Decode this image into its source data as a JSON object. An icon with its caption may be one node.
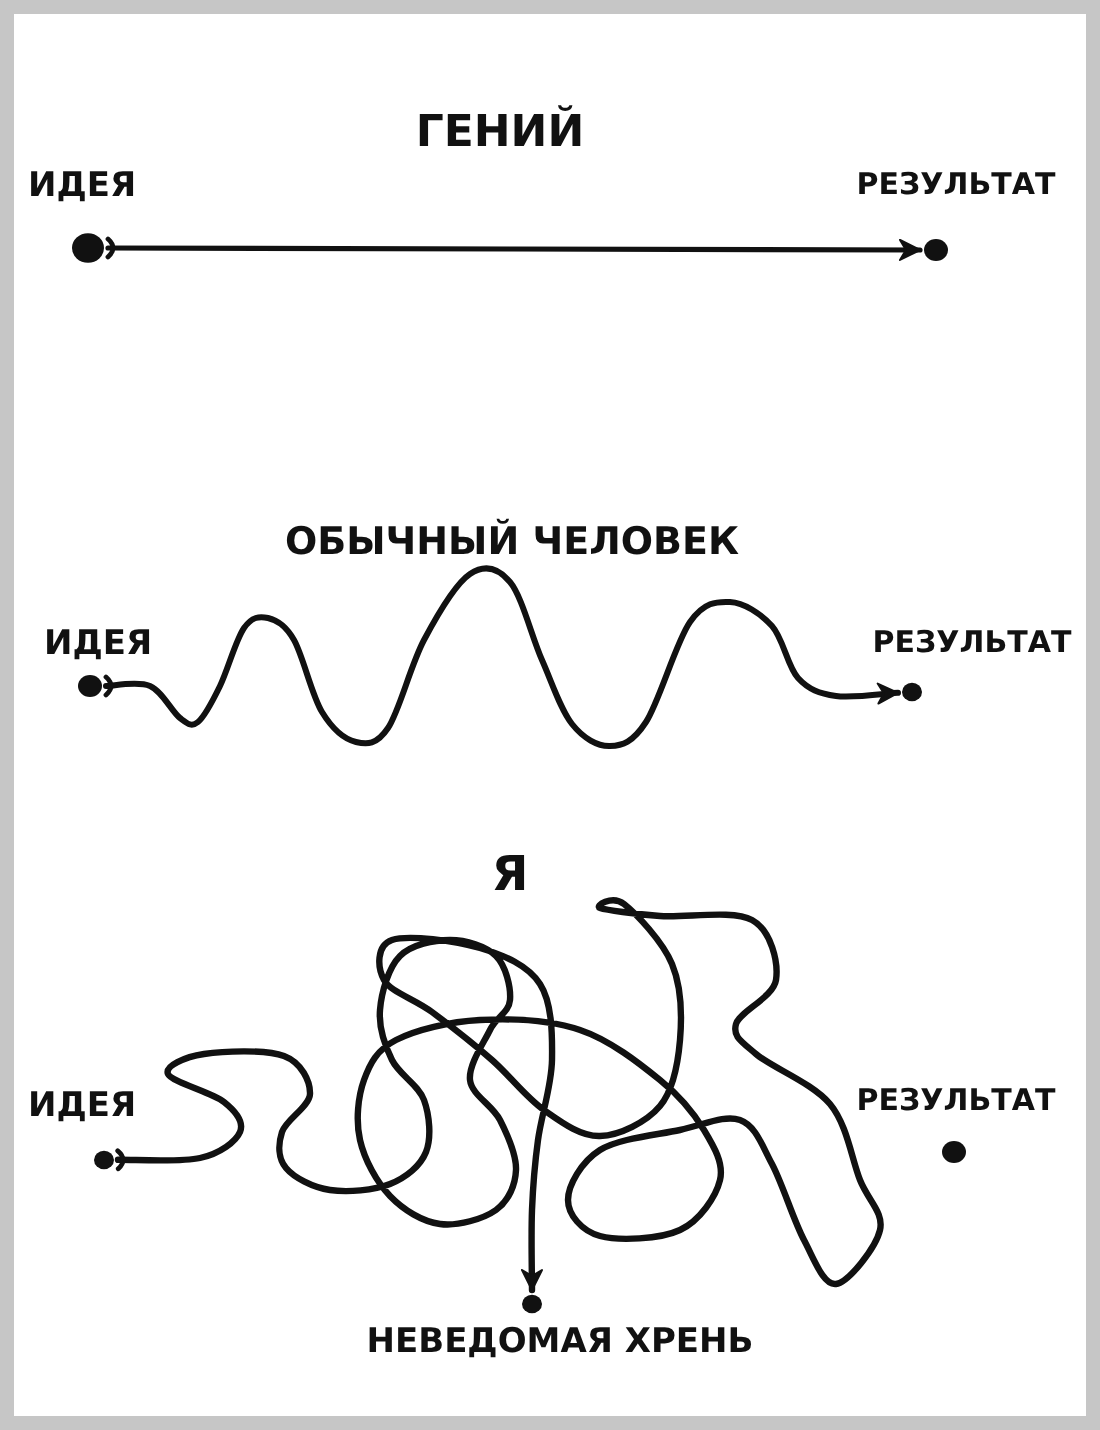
{
  "diagram": {
    "nodes": [
      {
        "text": [],
        "shape": "circle",
        "beside": [
          "ИДЕЯ"
        ]
      },
      {
        "text": [],
        "shape": "circle",
        "beside": [
          "РЕЗУЛЬТАТ"
        ]
      },
      {
        "text": [],
        "shape": "circle",
        "beside": [
          "ИДЕЯ"
        ]
      },
      {
        "text": [],
        "shape": "circle",
        "beside": [
          "РЕЗУЛЬТАТ"
        ]
      },
      {
        "text": [],
        "shape": "circle",
        "beside": [
          "ИДЕЯ"
        ]
      },
      {
        "text": [],
        "shape": "circle",
        "beside": [
          "РЕЗУЛЬТАТ"
        ]
      },
      {
        "text": [],
        "shape": "circle",
        "beside": [
          "НЕВЕДОМАЯ ХРЕНЬ"
        ]
      }
    ],
    "edges": [
      {
        "from": 0,
        "to": 1,
        "arrow": "to"
      },
      {
        "from": 2,
        "to": 3,
        "arrow": "to"
      },
      {
        "from": 4,
        "to": 6,
        "arrow": "to"
      }
    ],
    "labels": [
      "ГЕНИЙ",
      "ОБЫЧНЫЙ ЧЕЛОВЕК",
      "Я"
    ]
  }
}
